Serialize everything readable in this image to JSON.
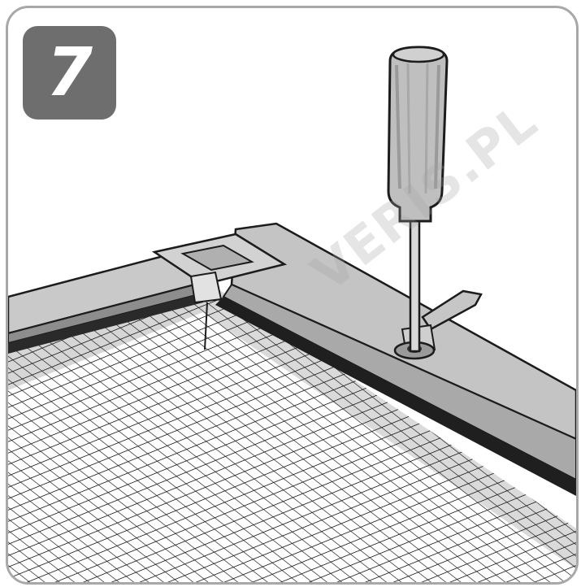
{
  "step": {
    "number": "7"
  },
  "watermark": {
    "text": "VERIS.PL"
  },
  "colors": {
    "badge": "#6e6e6e",
    "frame": "#c9c9c9",
    "frame_dark": "#9a9a9a",
    "outline": "#1c1c1c",
    "mesh": "#222222"
  },
  "icons": [
    "screwdriver-icon",
    "frame-corner-connector",
    "spring-clip"
  ]
}
